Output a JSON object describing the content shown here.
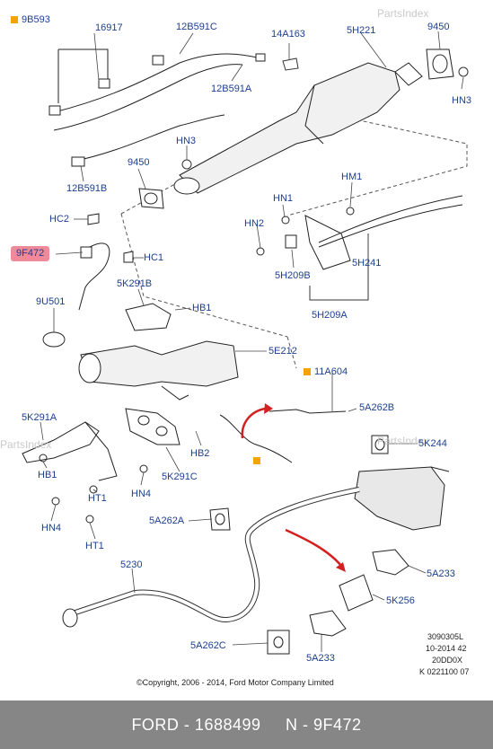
{
  "watermark": "PartsIndex",
  "labels": {
    "9b593": "9B593",
    "16917": "16917",
    "12b591c": "12B591C",
    "14a163": "14A163",
    "5h221": "5H221",
    "9450_top": "9450",
    "12b591a": "12B591A",
    "hn3_top": "HN3",
    "hn3_mid": "HN3",
    "9450_mid": "9450",
    "12b591b": "12B591B",
    "hm1": "HM1",
    "hn1": "HN1",
    "hc2": "HC2",
    "hn2": "HN2",
    "9f472": "9F472",
    "hc1": "HC1",
    "5h241": "5H241",
    "5k291b": "5K291B",
    "5h209b": "5H209B",
    "9u501": "9U501",
    "hb1_mid": "HB1",
    "5h209a": "5H209A",
    "5e212": "5E212",
    "11a604": "11A604",
    "5k291a": "5K291A",
    "5a262b": "5A262B",
    "hb2": "HB2",
    "5k244": "5K244",
    "hb1_low": "HB1",
    "5k291c": "5K291C",
    "ht1_a": "HT1",
    "hn4_a": "HN4",
    "5a262a": "5A262A",
    "hn4_b": "HN4",
    "ht1_b": "HT1",
    "5230": "5230",
    "5a233_a": "5A233",
    "5k256": "5K256",
    "5a262c": "5A262C",
    "5a233_b": "5A233"
  },
  "meta": {
    "line1": "3090305L",
    "line2": "10-2014 42",
    "line3": "20DD0X",
    "line4": "K 0221100 07"
  },
  "copyright": "©Copyright, 2006 - 2014, Ford Motor Company Limited",
  "footer": "FORD - 1688499     N - 9F472",
  "colors": {
    "label": "#1c3f8f",
    "highlight": "#f08a9a",
    "marker": "#f5a300",
    "arrow": "#d42020",
    "footer_bg": "#868686"
  }
}
